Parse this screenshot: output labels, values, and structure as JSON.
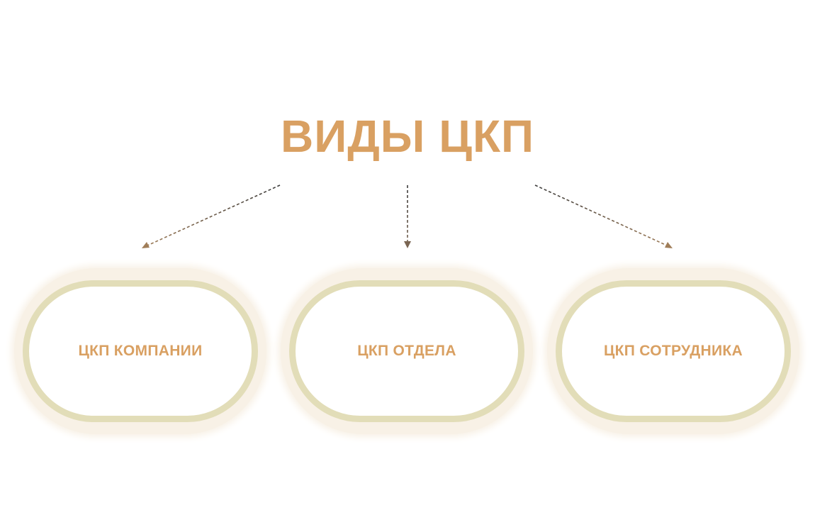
{
  "diagram": {
    "title": "ВИДЫ ЦКП",
    "nodes": [
      {
        "label": "ЦКП КОМПАНИИ"
      },
      {
        "label": "ЦКП ОТДЕЛА"
      },
      {
        "label": "ЦКП СОТРУДНИКА"
      }
    ],
    "edges": [
      {
        "from": "title",
        "to": 0,
        "style": "dashed-arrow"
      },
      {
        "from": "title",
        "to": 1,
        "style": "dashed-arrow"
      },
      {
        "from": "title",
        "to": 2,
        "style": "dashed-arrow"
      }
    ]
  },
  "colors": {
    "text_accent": "#d9a062",
    "pill_border": "#e2ddb8",
    "pill_glow": "#f8f1e6",
    "arrow_dark": "#3b3b3b",
    "arrow_tip": "#a07d58"
  }
}
